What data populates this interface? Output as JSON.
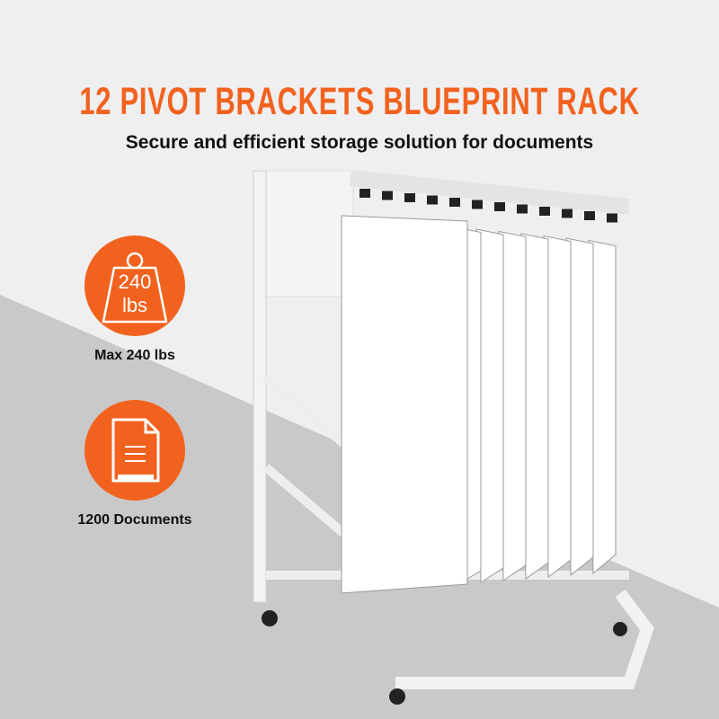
{
  "header": {
    "title": "12 PIVOT BRACKETS BLUEPRINT RACK",
    "subtitle": "Secure and efficient storage solution for documents"
  },
  "features": [
    {
      "icon": "weight-icon",
      "icon_text_1": "240",
      "icon_text_2": "lbs",
      "label": "Max 240 lbs"
    },
    {
      "icon": "document-icon",
      "label": "1200 Documents"
    }
  ],
  "colors": {
    "accent": "#f2621f",
    "background_light": "#efefef",
    "background_dark": "#c9c9c9"
  },
  "product": {
    "brackets": 12
  }
}
